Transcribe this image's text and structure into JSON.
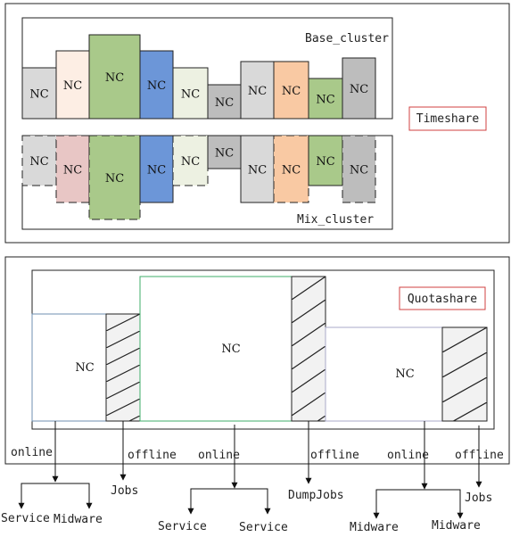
{
  "timeshare": {
    "label": "Timeshare",
    "base_cluster": {
      "label": "Base_cluster",
      "nodes": [
        {
          "text": "NC",
          "fill": "#d9d9d9"
        },
        {
          "text": "NC",
          "fill": "#fdeee4"
        },
        {
          "text": "NC",
          "fill": "#a9c98a"
        },
        {
          "text": "NC",
          "fill": "#6c96d8"
        },
        {
          "text": "NC",
          "fill": "#edf1e2"
        },
        {
          "text": "NC",
          "fill": "#bdbdbd"
        },
        {
          "text": "NC",
          "fill": "#d9d9d9"
        },
        {
          "text": "NC",
          "fill": "#f9c9a3"
        },
        {
          "text": "NC",
          "fill": "#a9c98a"
        },
        {
          "text": "NC",
          "fill": "#bdbdbd"
        }
      ]
    },
    "mix_cluster": {
      "label": "Mix_cluster",
      "nodes": [
        {
          "text": "NC",
          "fill": "#d9d9d9"
        },
        {
          "text": "NC",
          "fill": "#e8c6c5"
        },
        {
          "text": "NC",
          "fill": "#a9c98a"
        },
        {
          "text": "NC",
          "fill": "#6c96d8"
        },
        {
          "text": "NC",
          "fill": "#edf1e2"
        },
        {
          "text": "NC",
          "fill": "#bdbdbd"
        },
        {
          "text": "NC",
          "fill": "#d9d9d9"
        },
        {
          "text": "NC",
          "fill": "#f9c9a3"
        },
        {
          "text": "NC",
          "fill": "#a9c98a"
        },
        {
          "text": "NC",
          "fill": "#bdbdbd"
        }
      ]
    }
  },
  "quotashare": {
    "label": "Quotashare",
    "groups": [
      {
        "nc": "NC",
        "online": "online",
        "offline": "offline",
        "online_children": [
          "Service",
          "Midware"
        ],
        "offline_job": "Jobs"
      },
      {
        "nc": "NC",
        "online": "online",
        "offline": "offline",
        "online_children": [
          "Service",
          "Service"
        ],
        "offline_job": "DumpJobs"
      },
      {
        "nc": "NC",
        "online": "online",
        "offline": "offline",
        "online_children": [
          "Midware",
          "Midware"
        ],
        "offline_job": "Jobs"
      }
    ]
  },
  "colors": {
    "label_border": "#d04040",
    "group1_border": "#6f8fb0",
    "group2_border": "#3fae6a",
    "group3_border": "#a9a9c8"
  }
}
